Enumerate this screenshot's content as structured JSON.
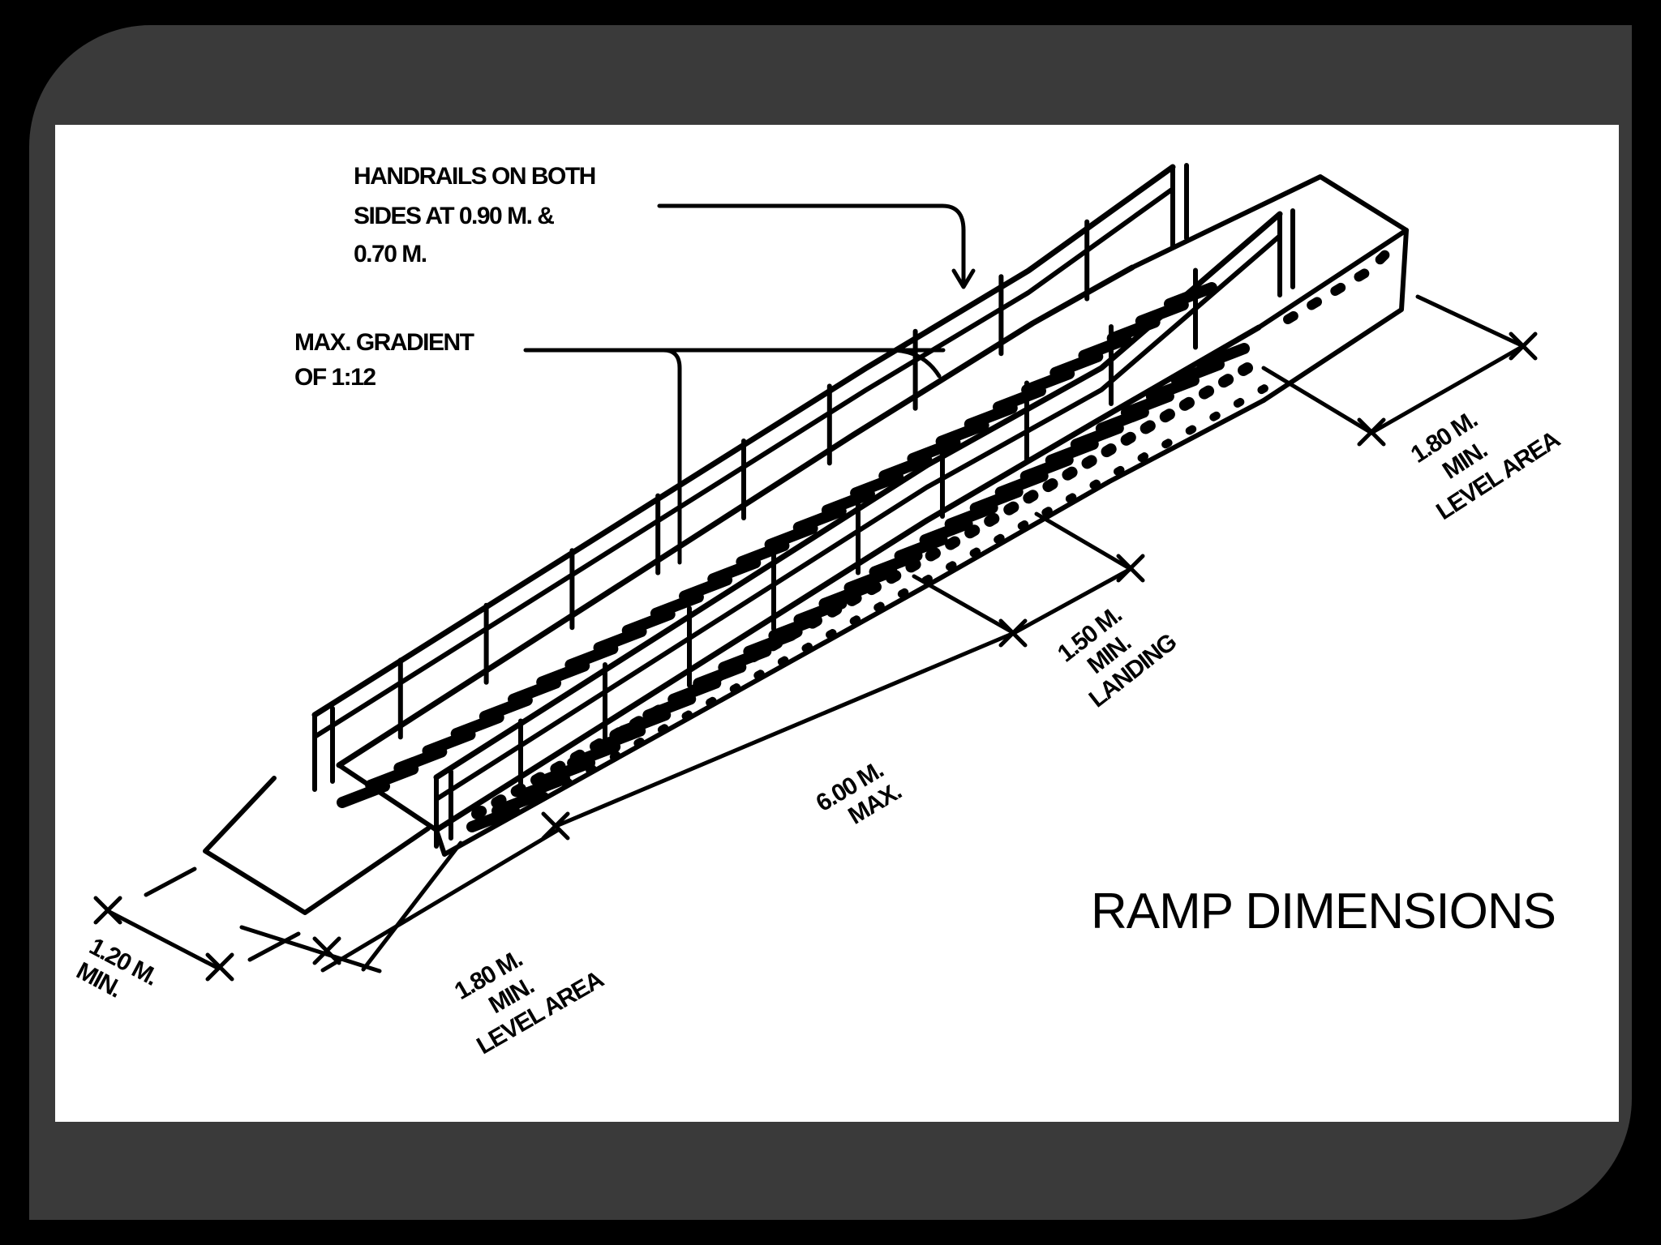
{
  "diagram": {
    "title": "RAMP DIMENSIONS",
    "callouts": {
      "handrails": [
        "HANDRAILS ON BOTH",
        "SIDES AT 0.90 M. &",
        "0.70 M."
      ],
      "gradient": [
        "MAX. GRADIENT",
        "OF 1:12"
      ]
    },
    "dimensions": {
      "approach_width": [
        "1.20 M.",
        "MIN."
      ],
      "bottom_level_area": [
        "1.80 M.",
        "MIN.",
        "LEVEL AREA"
      ],
      "ramp_run": [
        "6.00 M.",
        "MAX."
      ],
      "landing": [
        "1.50 M.",
        "MIN.",
        "LANDING"
      ],
      "top_level_area": [
        "1.80 M.",
        "MIN.",
        "LEVEL AREA"
      ]
    }
  },
  "colors": {
    "frame": "#3a3a3a",
    "panel": "#ffffff",
    "ink": "#000000"
  }
}
